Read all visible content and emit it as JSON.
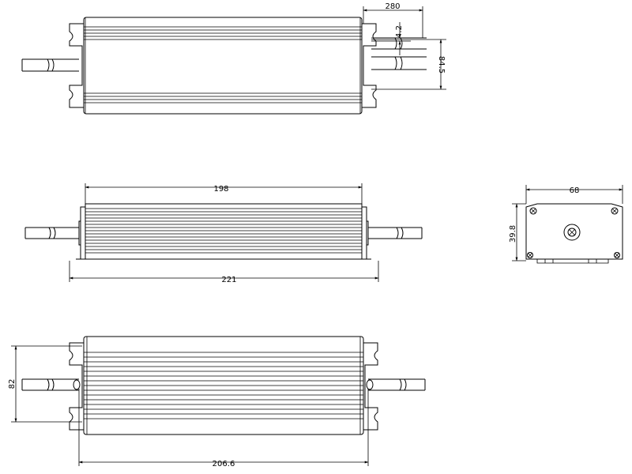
{
  "dimensions": {
    "top_view_width": "280",
    "top_view_slot": "4.2",
    "top_view_slot_span": "84.5",
    "side_body_length": "198",
    "side_overall_length": "221",
    "end_view_width": "68",
    "end_view_height": "39.8",
    "bottom_view_height": "82",
    "bottom_view_mount_length": "206.6"
  }
}
